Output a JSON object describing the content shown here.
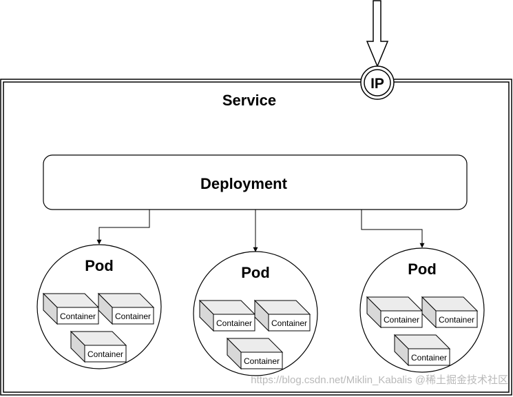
{
  "service": {
    "label": "Service"
  },
  "ip": {
    "label": "IP"
  },
  "deployment": {
    "label": "Deployment"
  },
  "pods": [
    {
      "label": "Pod",
      "containers": [
        "Container",
        "Container",
        "Container"
      ]
    },
    {
      "label": "Pod",
      "containers": [
        "Container",
        "Container",
        "Container"
      ]
    },
    {
      "label": "Pod",
      "containers": [
        "Container",
        "Container",
        "Container"
      ]
    }
  ],
  "watermark": {
    "text": "https://blog.csdn.net/Miklin_Kabalis @稀土掘金技术社区"
  }
}
